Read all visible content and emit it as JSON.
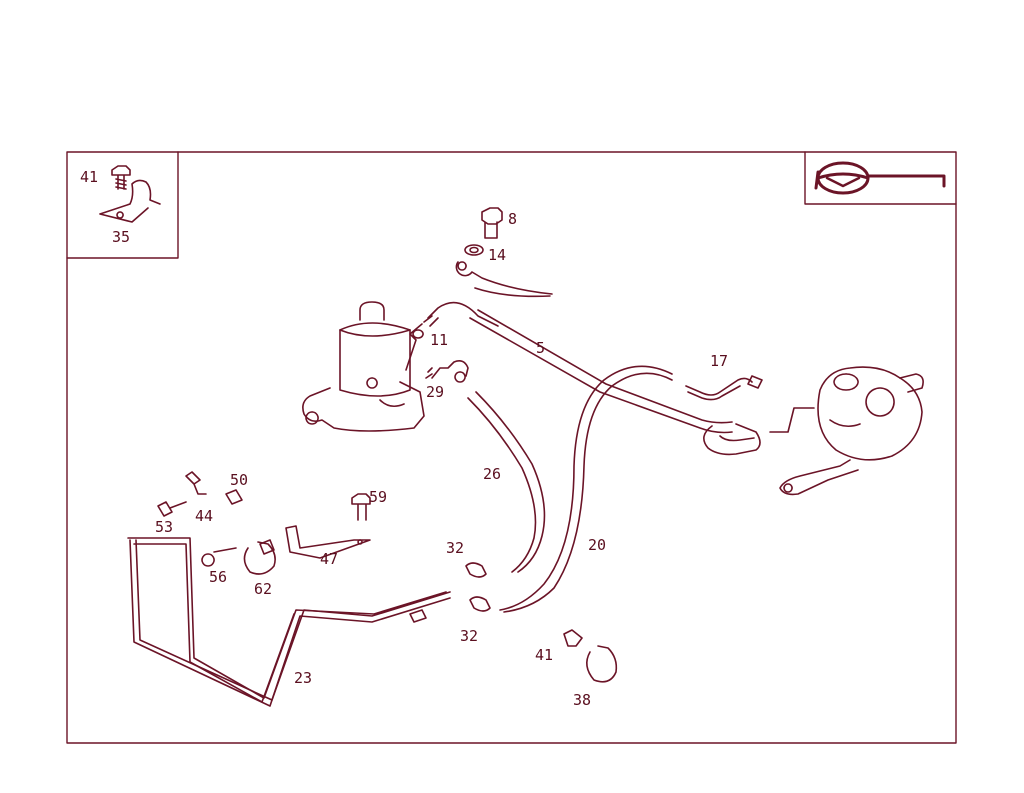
{
  "diagram": {
    "stroke_color": "#6b1427",
    "background": "#ffffff",
    "inset_callouts": [
      {
        "id": "c41",
        "label": "41"
      },
      {
        "id": "c35",
        "label": "35"
      }
    ],
    "callouts": [
      {
        "id": "c8",
        "label": "8"
      },
      {
        "id": "c14",
        "label": "14"
      },
      {
        "id": "c11",
        "label": "11"
      },
      {
        "id": "c5",
        "label": "5"
      },
      {
        "id": "c17",
        "label": "17"
      },
      {
        "id": "c29",
        "label": "29"
      },
      {
        "id": "c26",
        "label": "26"
      },
      {
        "id": "c20",
        "label": "20"
      },
      {
        "id": "c50",
        "label": "50"
      },
      {
        "id": "c44",
        "label": "44"
      },
      {
        "id": "c53",
        "label": "53"
      },
      {
        "id": "c59",
        "label": "59"
      },
      {
        "id": "c47",
        "label": "47"
      },
      {
        "id": "c56",
        "label": "56"
      },
      {
        "id": "c62",
        "label": "62"
      },
      {
        "id": "c32a",
        "label": "32"
      },
      {
        "id": "c32b",
        "label": "32"
      },
      {
        "id": "c23",
        "label": "23"
      },
      {
        "id": "c41b",
        "label": "41"
      },
      {
        "id": "c38",
        "label": "38"
      }
    ],
    "icon": "steering-wheel-icon"
  }
}
